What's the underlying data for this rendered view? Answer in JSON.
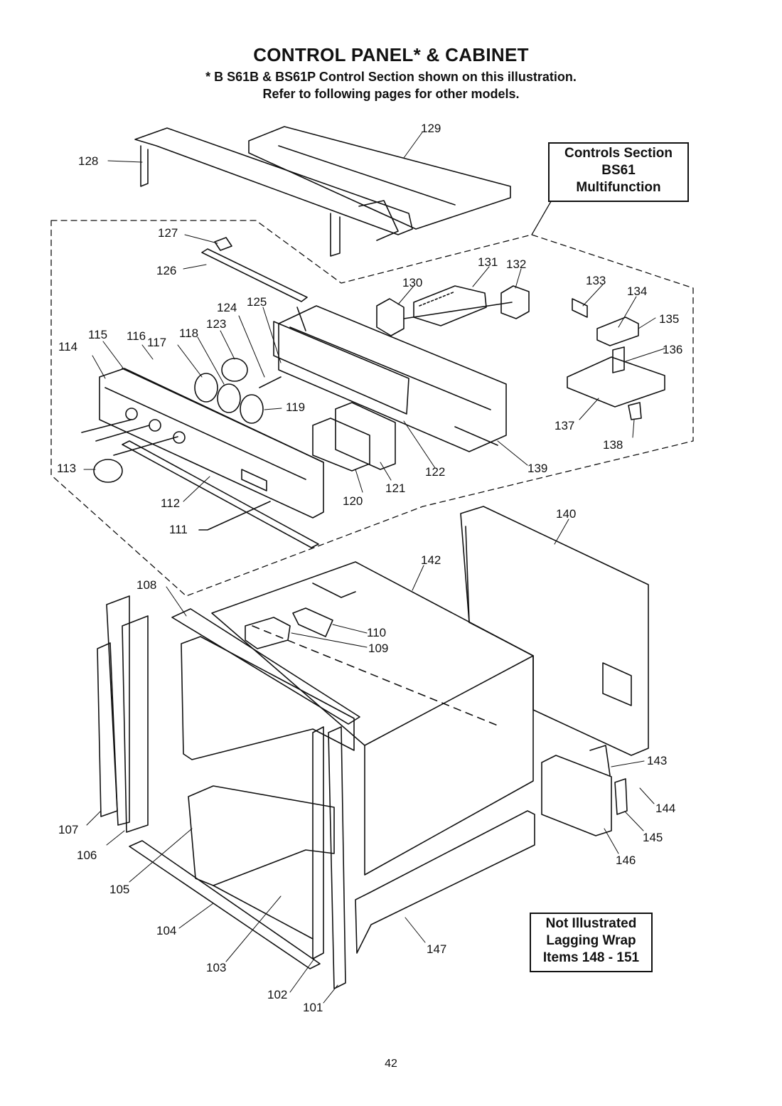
{
  "header": {
    "title": "CONTROL PANEL* & CABINET",
    "subtitle_line1": "* B S61B & BS61P Control Section shown on this illustration.",
    "subtitle_line2": "Refer to following pages for other models."
  },
  "controls_box": {
    "line1": "Controls Section",
    "line2": "BS61",
    "line3": "Multifunction"
  },
  "not_illustrated_box": {
    "line1": "Not Illustrated",
    "line2": "Lagging Wrap",
    "line3": "Items 148 - 151"
  },
  "page_number": "42",
  "part_labels": [
    "101",
    "102",
    "103",
    "104",
    "105",
    "106",
    "107",
    "108",
    "109",
    "110",
    "111",
    "112",
    "113",
    "114",
    "115",
    "116",
    "117",
    "118",
    "119",
    "120",
    "121",
    "122",
    "123",
    "124",
    "125",
    "126",
    "127",
    "128",
    "129",
    "130",
    "131",
    "132",
    "133",
    "134",
    "135",
    "136",
    "137",
    "138",
    "139",
    "140",
    "142",
    "143",
    "144",
    "145",
    "146",
    "147"
  ]
}
